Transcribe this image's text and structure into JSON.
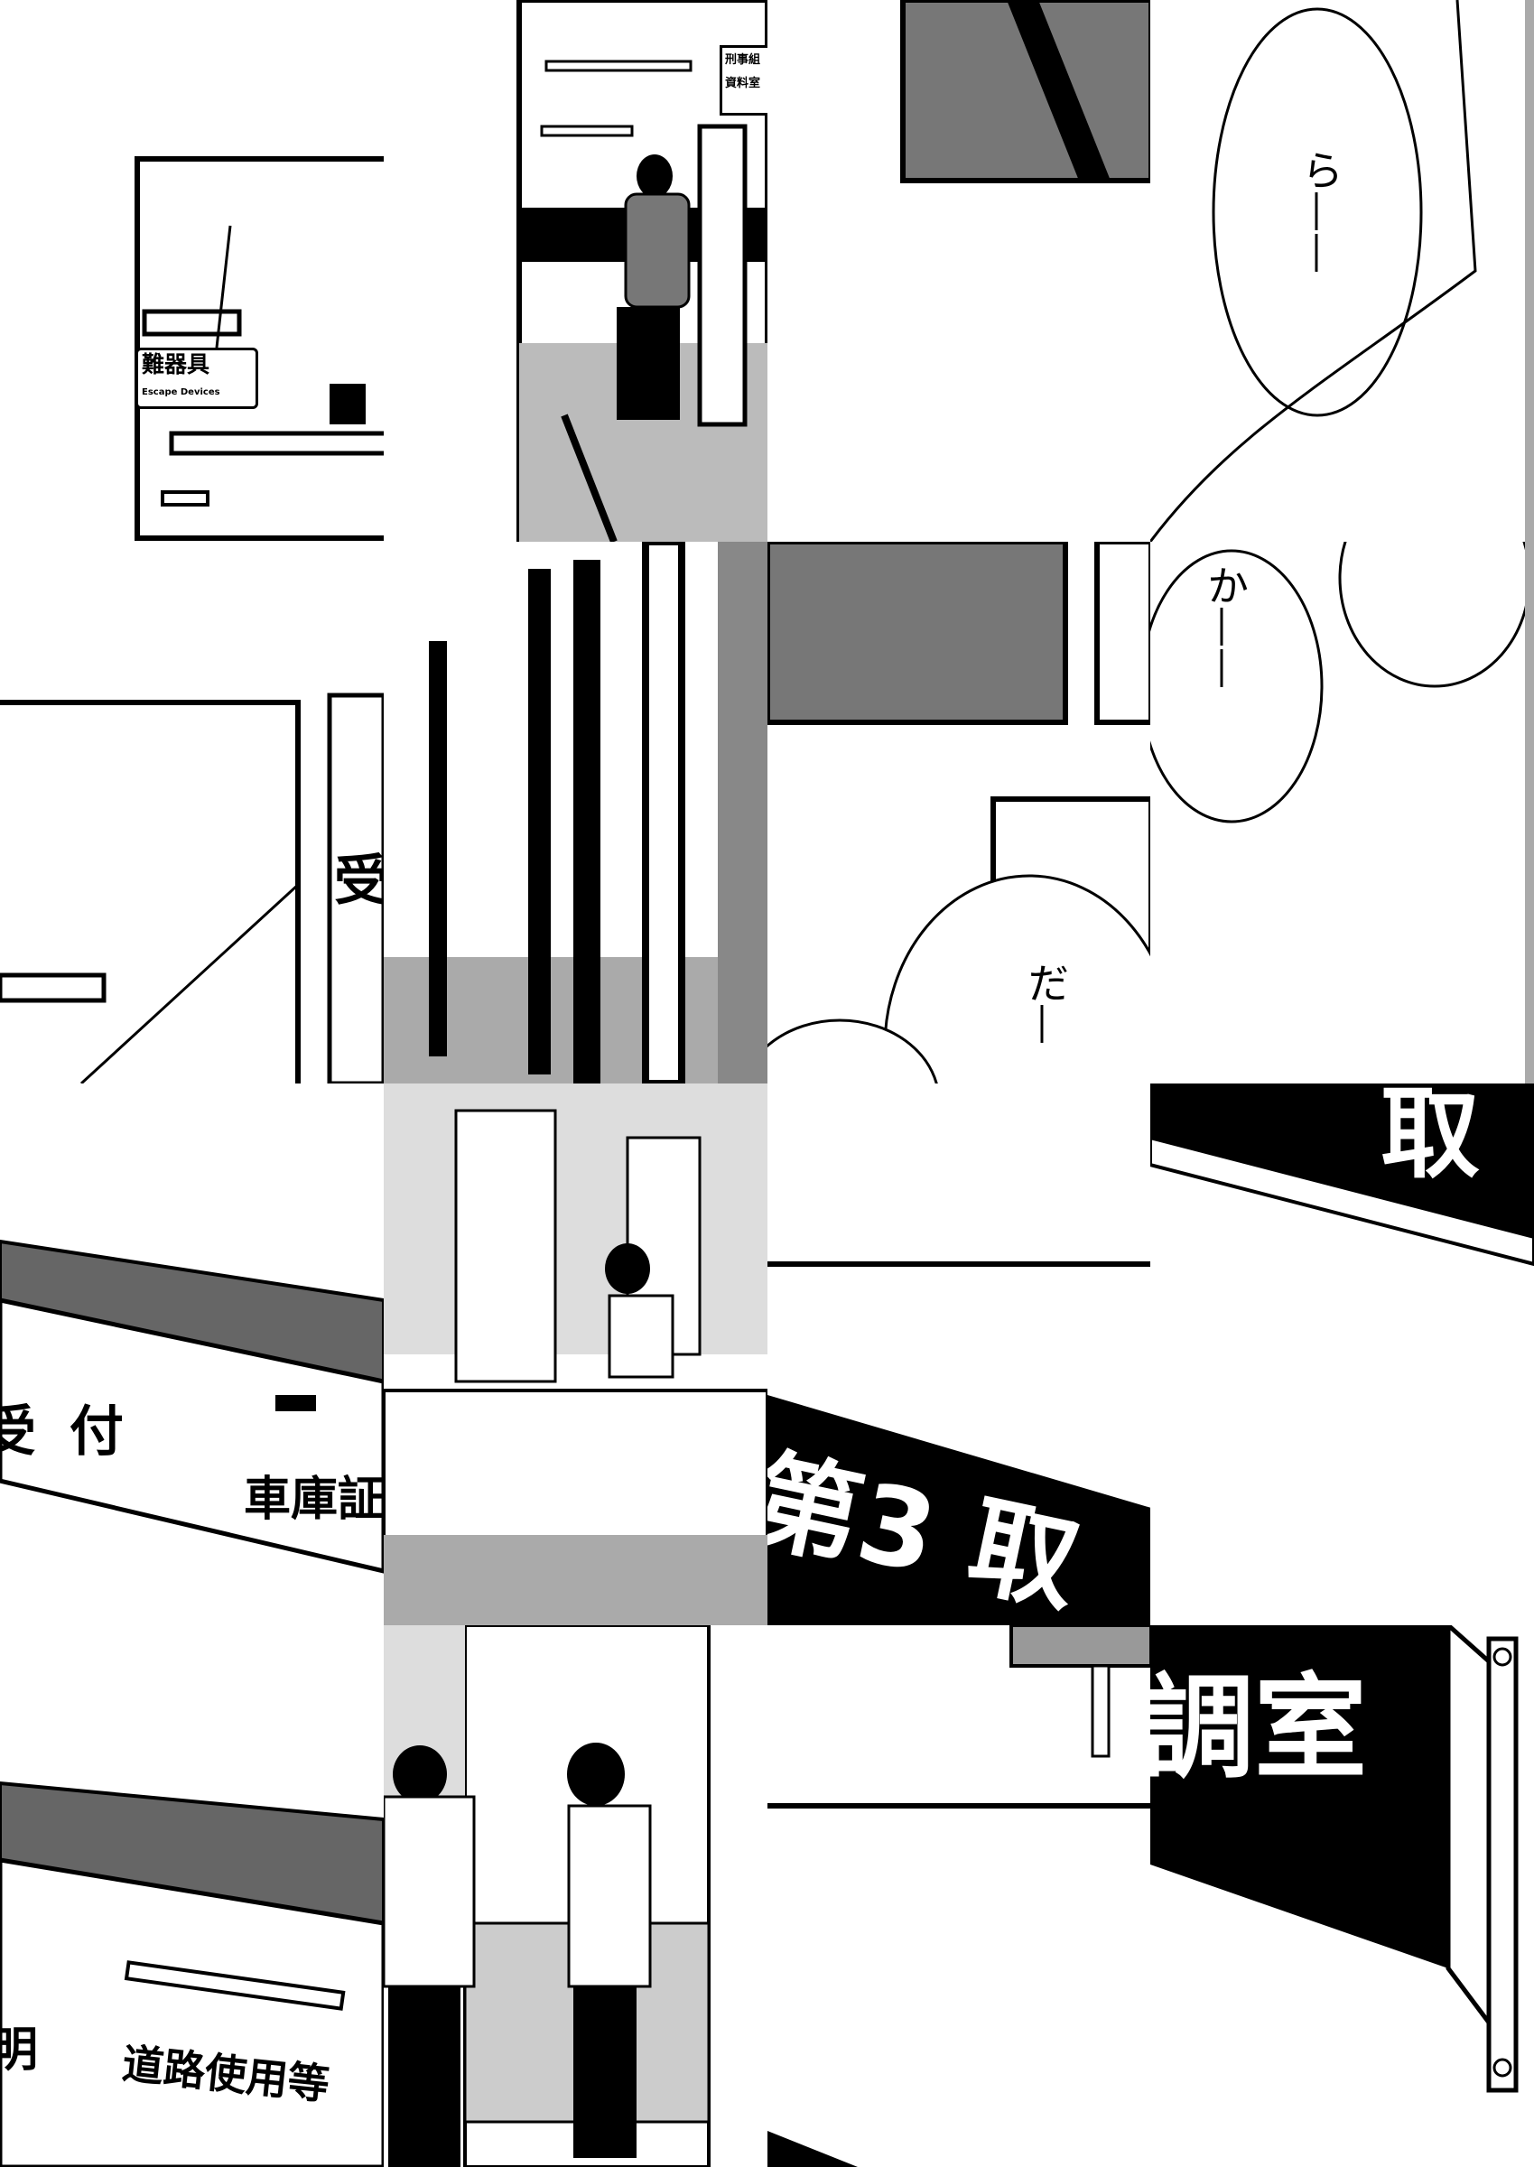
{
  "panels": {
    "escape_sign": {
      "jp": "難器具",
      "en": "Escape Devices"
    },
    "office_sign": {
      "line1": "刑事組",
      "line2": "資料室"
    },
    "speech": [
      "ら——",
      "か——",
      "だ—"
    ],
    "counter_sign_top": {
      "left": "受 付",
      "right": "車庫証"
    },
    "counter_sign_bottom": {
      "left": "明",
      "right": "道路使用等"
    },
    "room_sign_fragments": {
      "a": "取",
      "b": "第3 取",
      "c": "調室",
      "d": "受"
    }
  },
  "colors": {
    "ink": "#000000",
    "paper": "#ffffff",
    "tone": "#9a9a9a"
  }
}
